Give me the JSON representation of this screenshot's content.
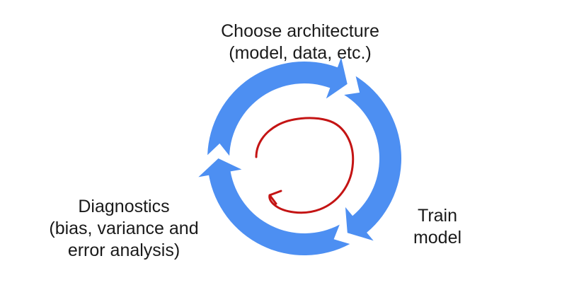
{
  "diagram": {
    "nodes": [
      {
        "id": "choose",
        "lines": [
          "Choose architecture",
          "(model, data, etc.)"
        ]
      },
      {
        "id": "train",
        "lines": [
          "Train",
          "model"
        ]
      },
      {
        "id": "diagnostics",
        "lines": [
          "Diagnostics",
          "(bias, variance and",
          "error analysis)"
        ]
      }
    ],
    "cycle_color": "#4d8ff2",
    "annotation_color": "#c41414"
  }
}
